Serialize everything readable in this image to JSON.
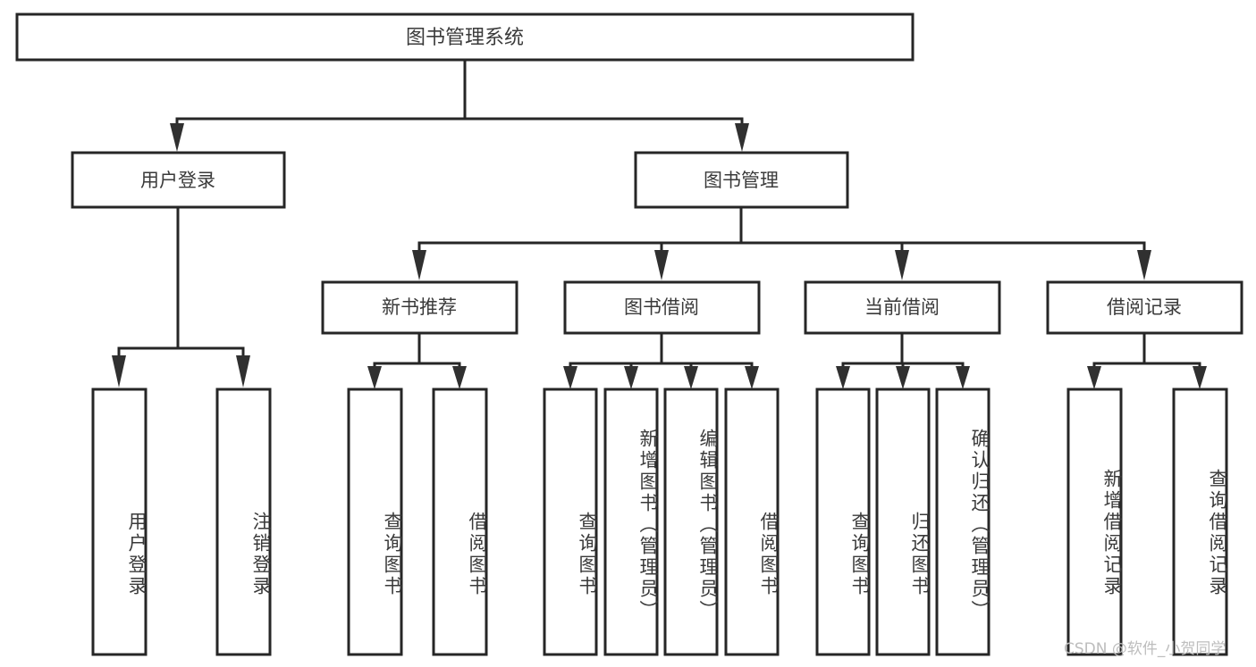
{
  "diagram": {
    "type": "hierarchy-tree",
    "title": "图书管理系统",
    "watermark": "CSDN @软件_小贺同学",
    "colors": {
      "background": "#ffffff",
      "box_stroke": "#262626",
      "box_fill": "#ffffff",
      "text": "#3a3a3a",
      "watermark": "#bdbdbd"
    },
    "root": {
      "label": "图书管理系统"
    },
    "level2": [
      {
        "label": "用户登录"
      },
      {
        "label": "图书管理"
      }
    ],
    "level3": [
      {
        "label": "新书推荐"
      },
      {
        "label": "图书借阅"
      },
      {
        "label": "当前借阅"
      },
      {
        "label": "借阅记录"
      }
    ],
    "leaves": {
      "user_login": [
        {
          "label": "用户登录"
        },
        {
          "label": "注销登录"
        }
      ],
      "new_book_recommend": [
        {
          "label": "查询图书"
        },
        {
          "label": "借阅图书"
        }
      ],
      "book_borrow": [
        {
          "label": "查询图书"
        },
        {
          "label": "新增图书（管理员）"
        },
        {
          "label": "编辑图书（管理员）"
        },
        {
          "label": "借阅图书"
        }
      ],
      "current_borrow": [
        {
          "label": "查询图书"
        },
        {
          "label": "归还图书"
        },
        {
          "label": "确认归还（管理员）"
        }
      ],
      "borrow_records": [
        {
          "label": "新增借阅记录"
        },
        {
          "label": "查询借阅记录"
        }
      ]
    }
  }
}
